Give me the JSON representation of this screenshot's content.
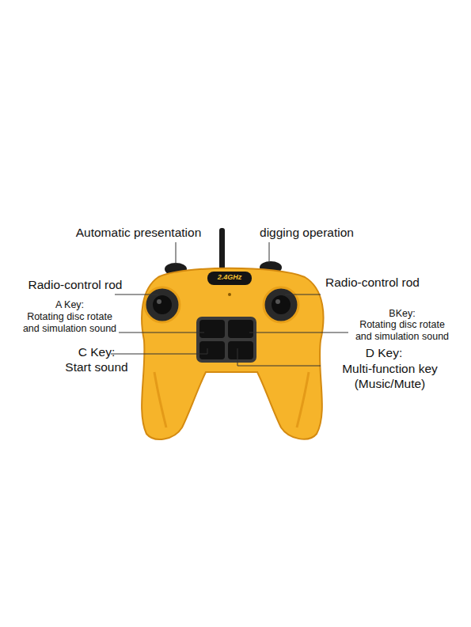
{
  "diagram": {
    "labels": [
      "Automatic presentation",
      "digging operation",
      "Radio-control rod",
      "2.4GHz",
      "Radio-control rod",
      "A Key:",
      "Rotating disc rotate and simulation sound",
      "BKey:",
      "Rotating disc rotate and simulation sound",
      "C Key:",
      "Start sound",
      "D Key:",
      "Multi-function key (Music/Mute)"
    ]
  }
}
